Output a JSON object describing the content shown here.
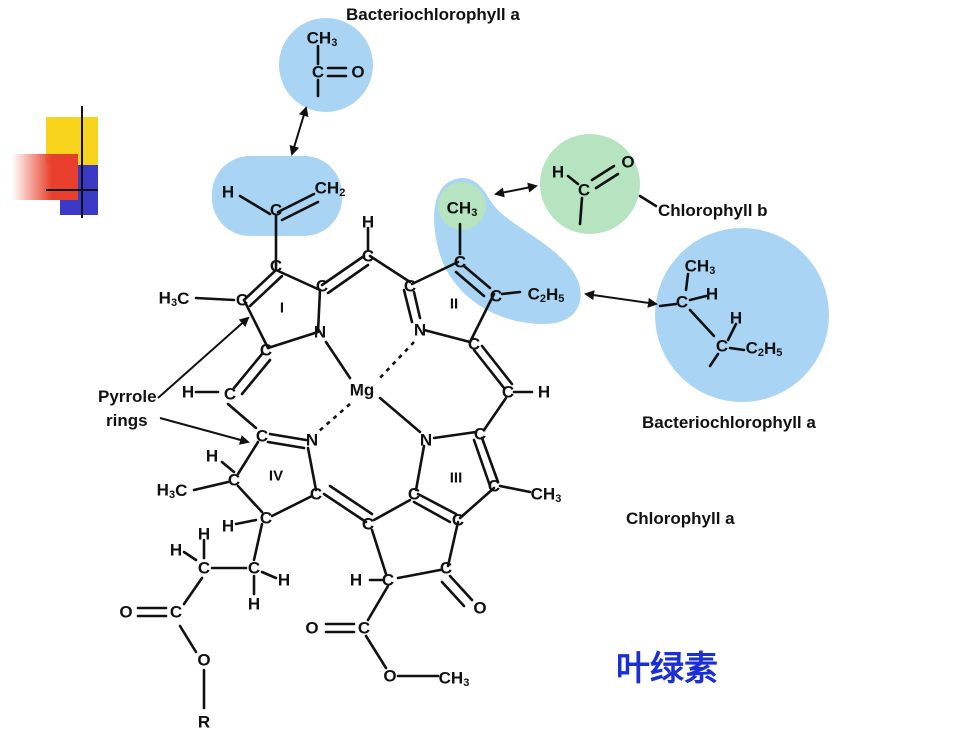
{
  "labels": {
    "bacteriochlorophyll_a_top": "Bacteriochlorophyll a",
    "chlorophyll_b": "Chlorophyll b",
    "bacteriochlorophyll_a_right": "Bacteriochlorophyll a",
    "chlorophyll_a": "Chlorophyll a",
    "pyrrole_rings_line1": "Pyrrole",
    "pyrrole_rings_line2": "rings",
    "chinese_title": "叶绿素"
  },
  "rings": [
    "I",
    "II",
    "III",
    "IV"
  ],
  "metal": "Mg",
  "colors": {
    "highlight_blue": "#a9d4f3",
    "highlight_green": "#b7e4c0",
    "title_blue": "#1a2fd6",
    "deco_yellow": "#f7d31c",
    "deco_red": "#e8402c",
    "deco_blue": "#3838c8"
  }
}
